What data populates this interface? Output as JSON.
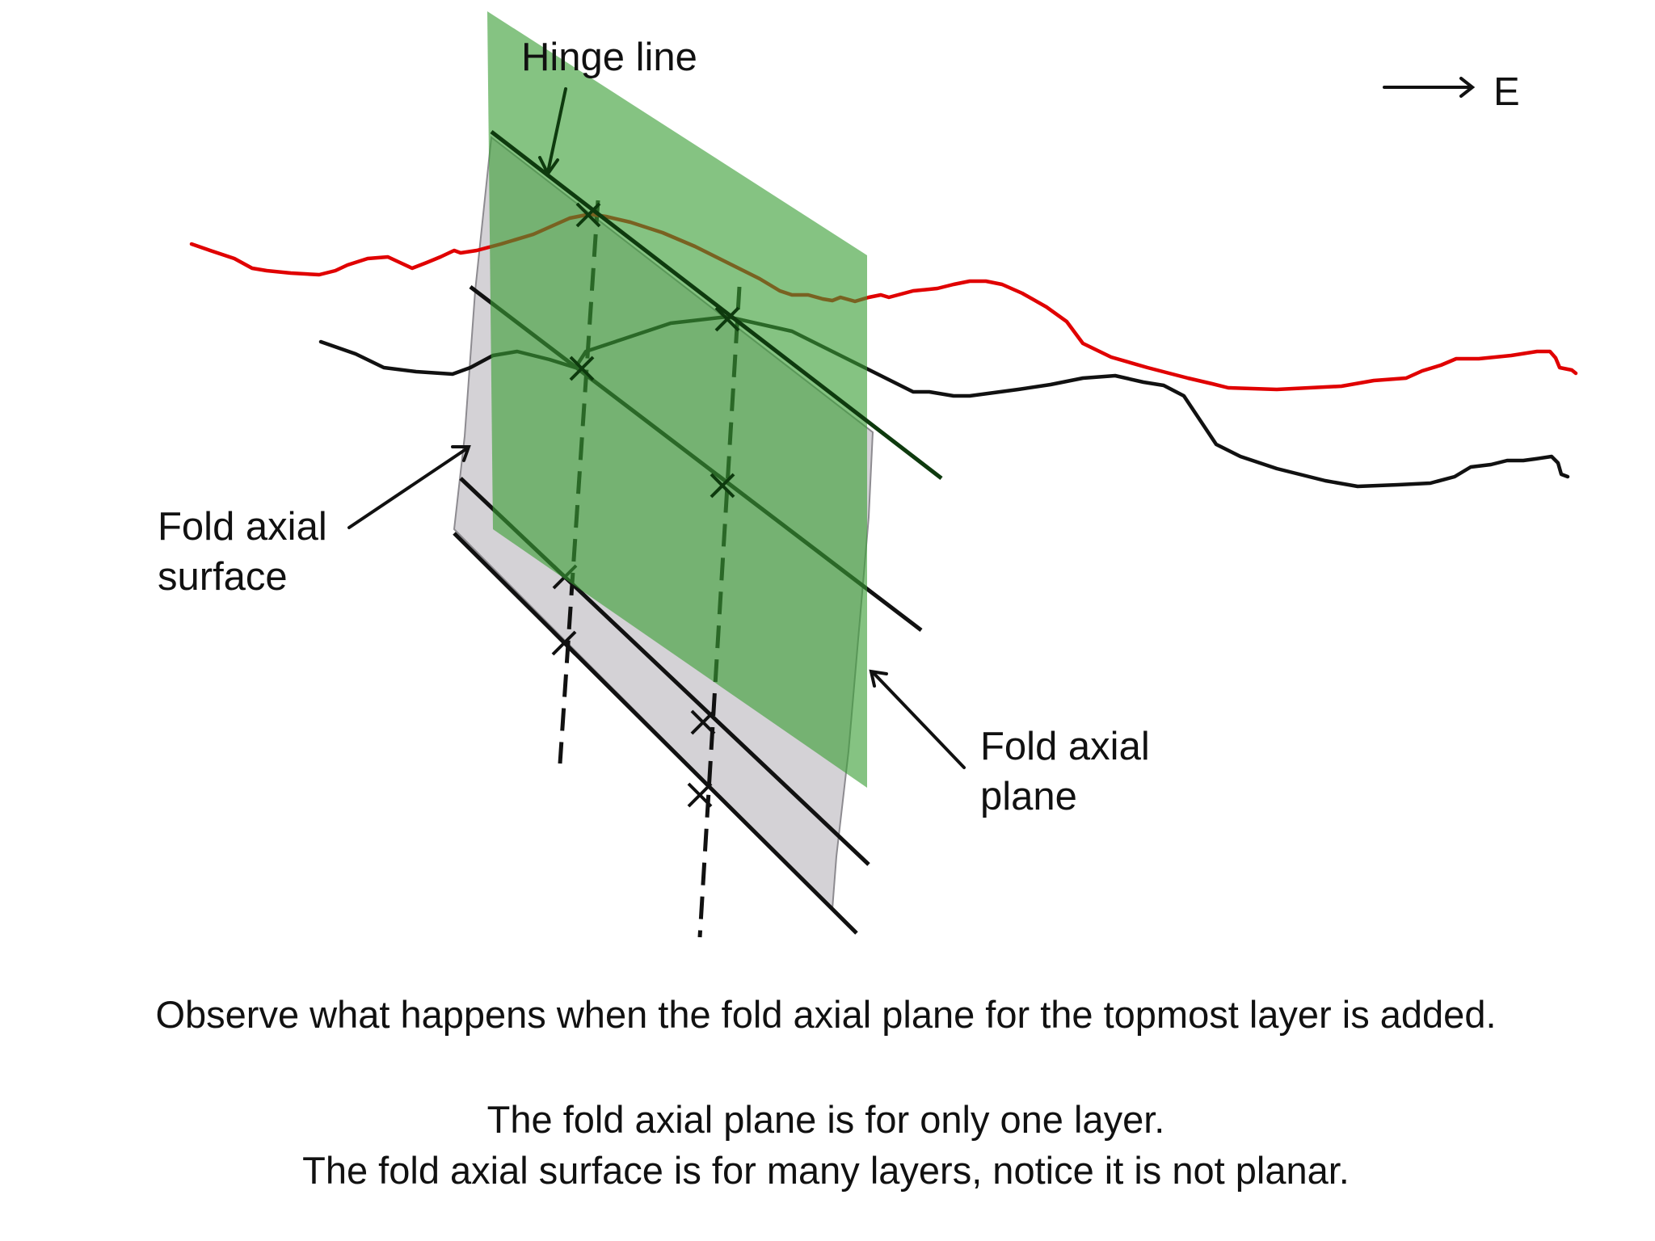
{
  "labels": {
    "hinge_line": "Hinge line",
    "direction": "E",
    "fold_axial_surface_line1": "Fold axial",
    "fold_axial_surface_line2": "surface",
    "fold_axial_plane_line1": "Fold axial",
    "fold_axial_plane_line2": "plane"
  },
  "caption": {
    "line1": "Observe what happens when the fold axial plane for the topmost layer is added.",
    "line2": "The fold axial plane is for only one layer.",
    "line3": "The fold axial surface is for many layers, notice it is not planar."
  },
  "colors": {
    "axial_plane_fill": "#3a9e35",
    "axial_surface_fill": "#cfcdd2",
    "top_layer": "#e00000",
    "layer": "#111111",
    "hinge_line": "#0e3a0e"
  }
}
